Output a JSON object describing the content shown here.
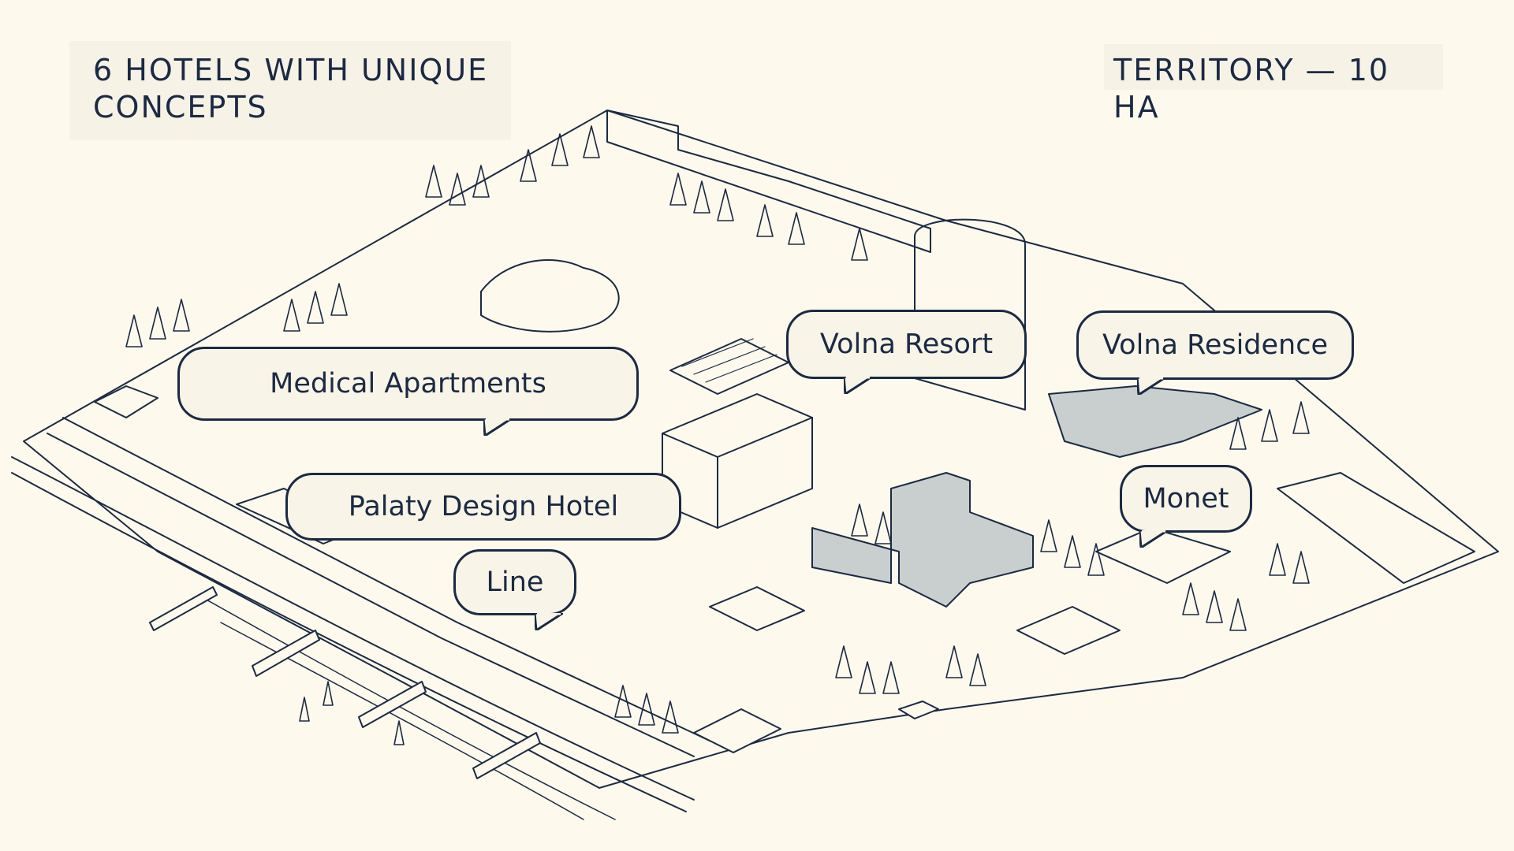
{
  "header": {
    "hotels_line1": "6 HOTELS WITH UNIQUE",
    "hotels_line2": "CONCEPTS",
    "territory": "TERRITORY — 10 HA"
  },
  "callouts": {
    "medical": "Medical Apartments",
    "palaty": "Palaty Design Hotel",
    "line": "Line",
    "volna_resort": "Volna Resort",
    "volna_residence": "Volna Residence",
    "monet": "Monet"
  },
  "colors": {
    "background": "#fdf9ed",
    "ink": "#1b2a44",
    "highlight_building": "#c9cfcf",
    "label_fill": "#f8f4e7"
  }
}
